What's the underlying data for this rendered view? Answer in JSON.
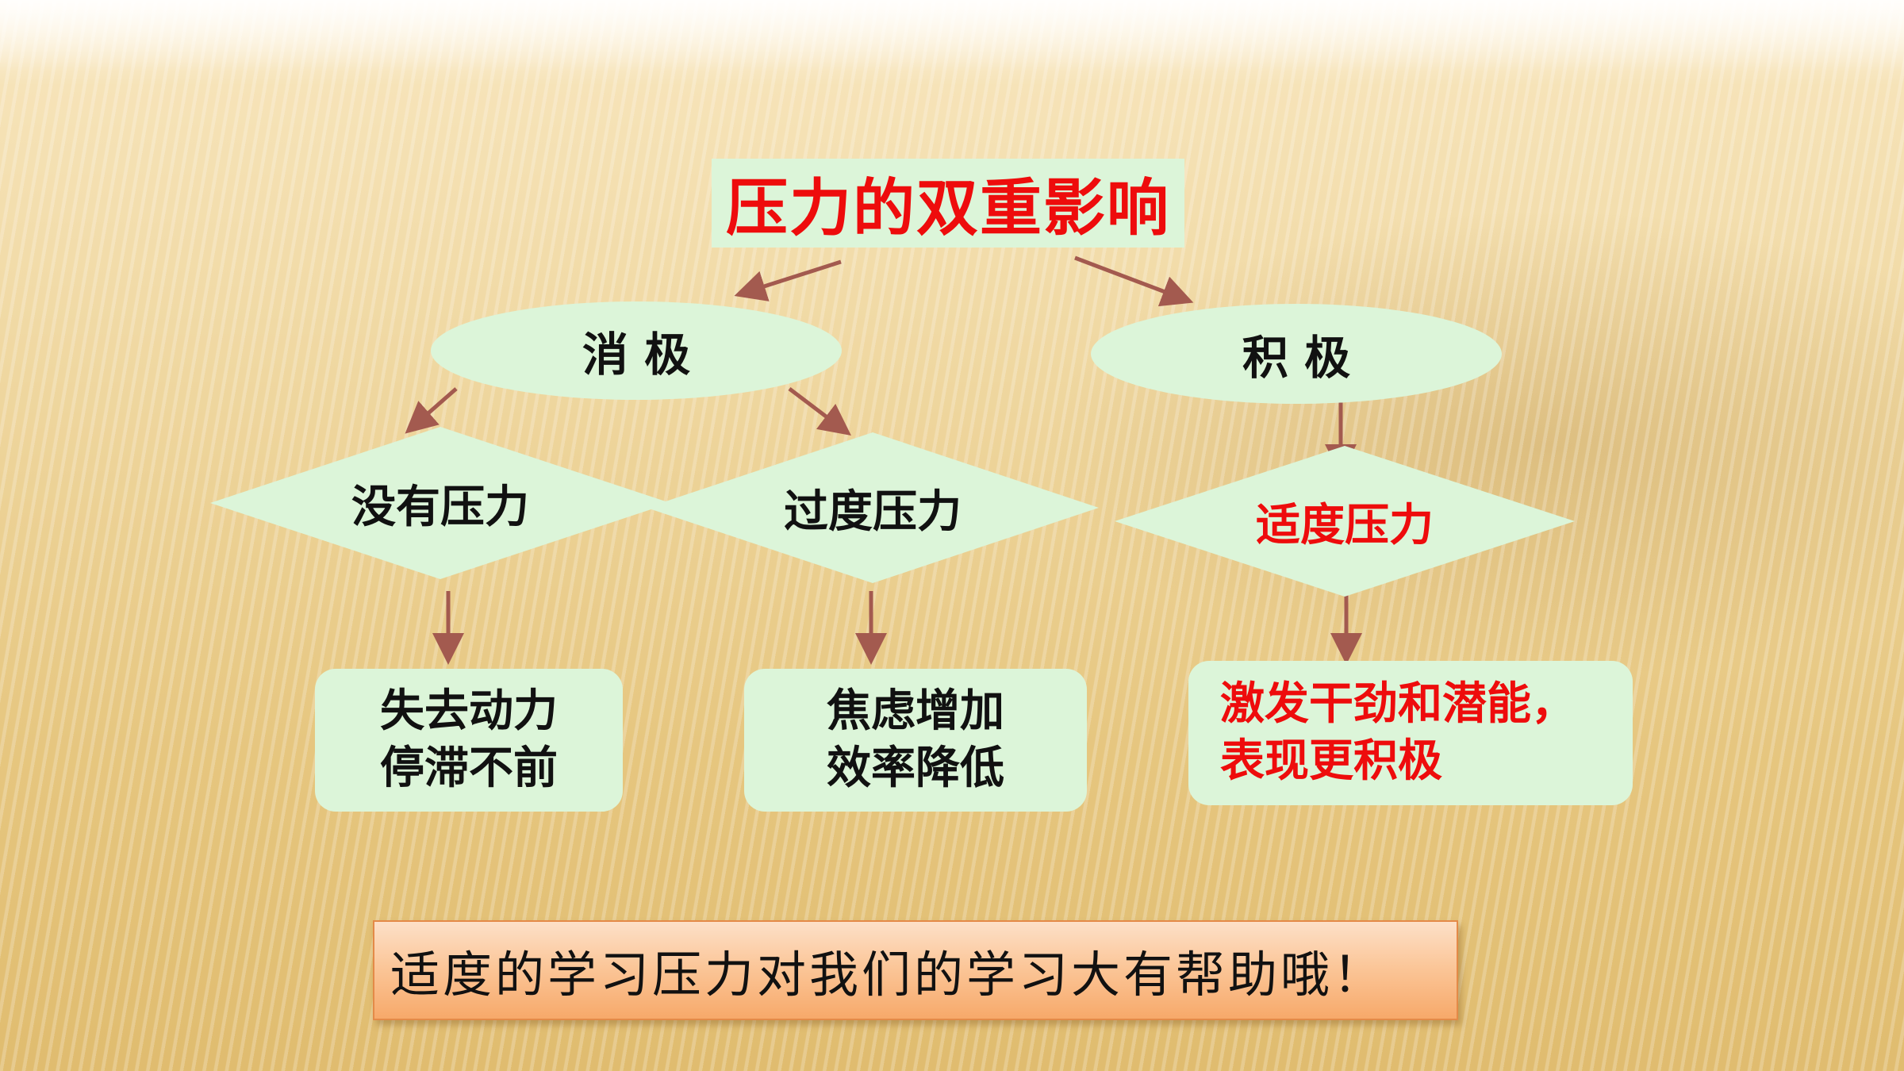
{
  "title": "压力的双重影响",
  "negative": {
    "label": "消 极"
  },
  "positive": {
    "label": "积 极"
  },
  "no_pressure": {
    "label": "没有压力",
    "result_lines": [
      "失去动力",
      "停滞不前"
    ]
  },
  "excess_pressure": {
    "label": "过度压力",
    "result_lines": [
      "焦虑增加",
      "效率降低"
    ]
  },
  "moderate_pressure": {
    "label": "适度压力",
    "result_lines": [
      "激发干劲和潜能，",
      "表现更积极"
    ]
  },
  "conclusion": "适度的学习压力对我们的学习大有帮助哦！",
  "colors": {
    "shape_fill": "#dcf5d9",
    "highlight_text": "#ee0c0c",
    "arrow": "#a35a4f"
  }
}
